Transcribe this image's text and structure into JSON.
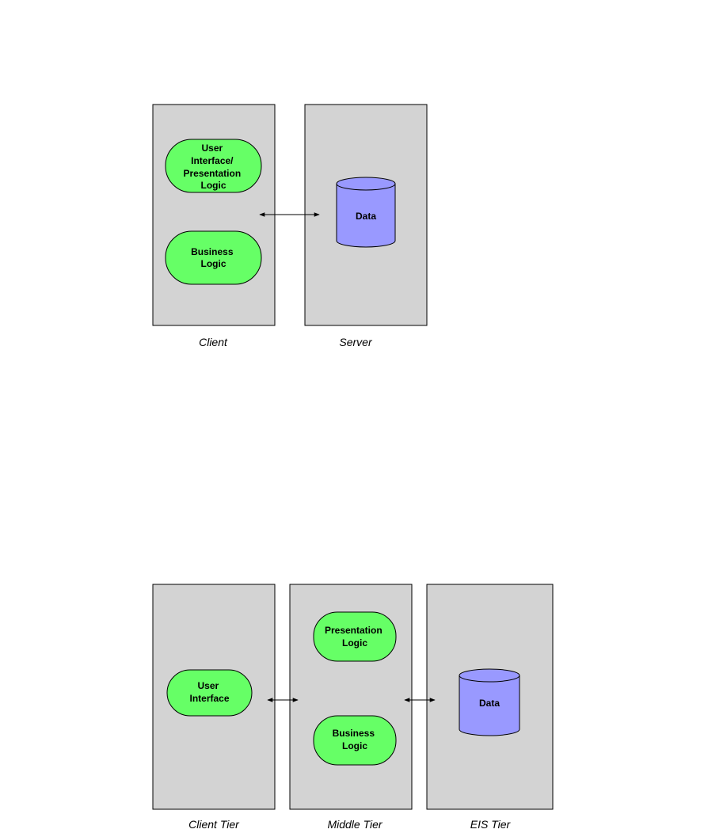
{
  "colors": {
    "tier_fill": "#d3d3d3",
    "logic_fill": "#66ff66",
    "data_fill": "#9999ff",
    "stroke": "#000000"
  },
  "two_tier": {
    "client": {
      "caption": "Client",
      "ui_presentation": [
        "User",
        "Interface/",
        "Presentation",
        "Logic"
      ],
      "business": [
        "Business",
        "Logic"
      ]
    },
    "server": {
      "caption": "Server",
      "data": "Data"
    }
  },
  "three_tier": {
    "client_tier": {
      "caption": "Client Tier",
      "ui": [
        "User",
        "Interface"
      ]
    },
    "middle_tier": {
      "caption": "Middle Tier",
      "presentation": [
        "Presentation",
        "Logic"
      ],
      "business": [
        "Business",
        "Logic"
      ]
    },
    "eis_tier": {
      "caption": "EIS Tier",
      "data": "Data"
    }
  }
}
